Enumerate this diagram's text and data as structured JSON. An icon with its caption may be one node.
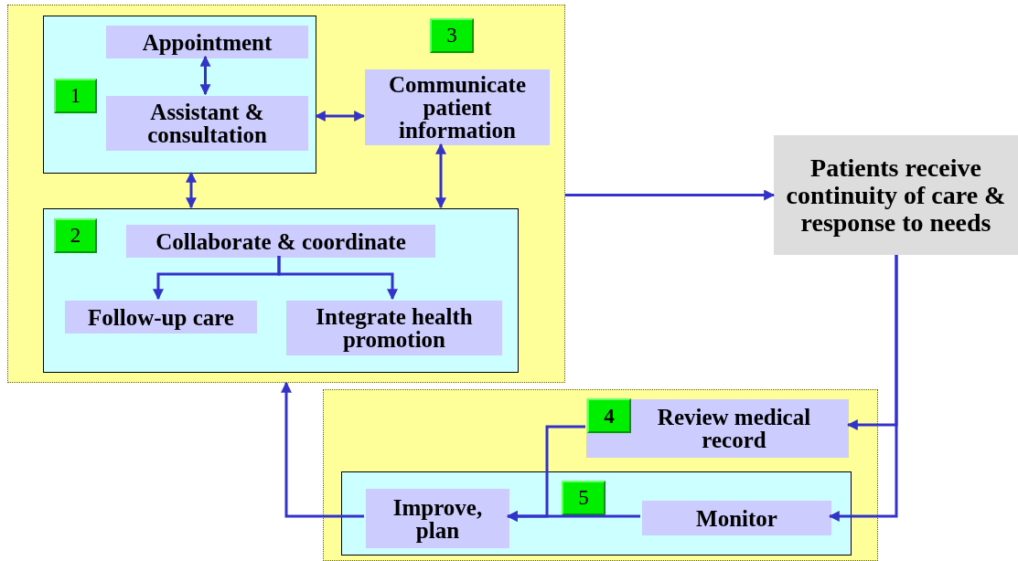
{
  "diagram": {
    "nodes": [
      {
        "text": [],
        "shape": "box"
      },
      {
        "text": [],
        "shape": "box",
        "in": 0
      },
      {
        "text": [
          "Appointment"
        ],
        "in": 1
      },
      {
        "text": [
          "Assistant & consultation"
        ],
        "in": 1
      },
      {
        "text": [
          "1"
        ],
        "in": 1
      },
      {
        "text": [
          "3"
        ],
        "in": 0
      },
      {
        "text": [
          "Communicate patient information"
        ],
        "in": 0
      },
      {
        "text": [],
        "shape": "box",
        "in": 0
      },
      {
        "text": [
          "2"
        ],
        "in": 7
      },
      {
        "text": [
          "Collaborate & coordinate"
        ],
        "in": 7
      },
      {
        "text": [
          "Follow-up care"
        ],
        "in": 7
      },
      {
        "text": [
          "Integrate health promotion"
        ],
        "in": 7
      },
      {
        "text": [
          "Patients receive continuity of care & response to needs"
        ]
      },
      {
        "text": [],
        "shape": "box"
      },
      {
        "text": [
          "Review medical record"
        ],
        "in": 13
      },
      {
        "text": [
          "4"
        ],
        "in": 14
      },
      {
        "text": [],
        "shape": "box",
        "in": 13
      },
      {
        "text": [
          "Improve, plan"
        ],
        "in": 16
      },
      {
        "text": [
          "5"
        ],
        "in": 16
      },
      {
        "text": [
          "Monitor"
        ],
        "in": 16
      }
    ],
    "edges": [
      {
        "from": 2,
        "to": 3,
        "arrow": "both"
      },
      {
        "from": 1,
        "to": 6,
        "arrow": "both"
      },
      {
        "from": 1,
        "to": 7,
        "arrow": "both"
      },
      {
        "from": 6,
        "to": 7,
        "arrow": "both"
      },
      {
        "from": 9,
        "to": 10,
        "arrow": "to"
      },
      {
        "from": 9,
        "to": 11,
        "arrow": "to"
      },
      {
        "from": 0,
        "to": 12,
        "arrow": "to"
      },
      {
        "from": 12,
        "to": 14,
        "arrow": "to"
      },
      {
        "from": 12,
        "to": 19,
        "arrow": "to"
      },
      {
        "from": 19,
        "to": 17,
        "arrow": "to"
      },
      {
        "from": 14,
        "to": 17,
        "arrow": "to"
      },
      {
        "from": 17,
        "to": 0,
        "arrow": "to"
      }
    ]
  }
}
